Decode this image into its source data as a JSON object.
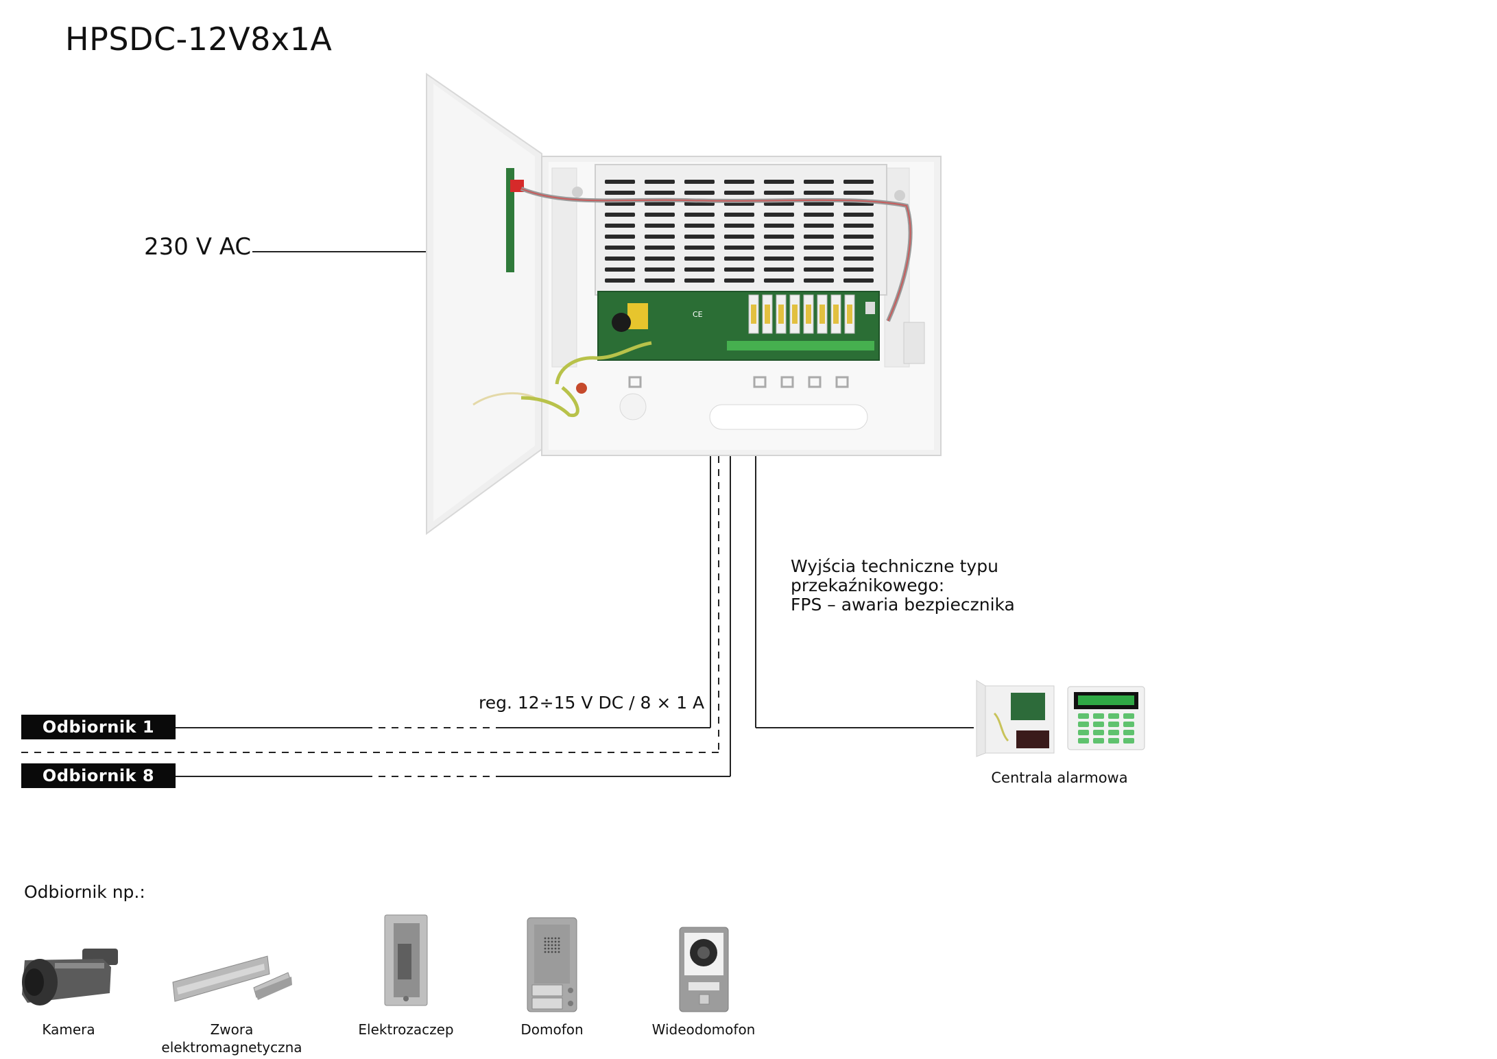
{
  "title": "HPSDC-12V8x1A",
  "power_input": {
    "label": "230 V AC"
  },
  "technical_outputs": {
    "lines": [
      "Wyjścia techniczne typu",
      "przekaźnikowego:",
      "FPS – awaria bezpiecznika"
    ]
  },
  "output_spec": {
    "label": "reg. 12÷15 V DC / 8 × 1 A"
  },
  "receivers": [
    {
      "label": "Odbiornik 1"
    },
    {
      "label": "Odbiornik 8"
    }
  ],
  "alarm_panel": {
    "label": "Centrala alarmowa"
  },
  "receiver_examples": {
    "heading": "Odbiornik np.:",
    "items": [
      {
        "label": "Kamera",
        "icon": "camera-icon"
      },
      {
        "label": "Zwora elektromagnetyczna",
        "icon": "electromagnetic-lock-icon"
      },
      {
        "label": "Elektrozaczep",
        "icon": "electric-strike-icon"
      },
      {
        "label": "Domofon",
        "icon": "door-phone-icon"
      },
      {
        "label": "Wideodomofon",
        "icon": "video-door-phone-icon"
      }
    ]
  }
}
